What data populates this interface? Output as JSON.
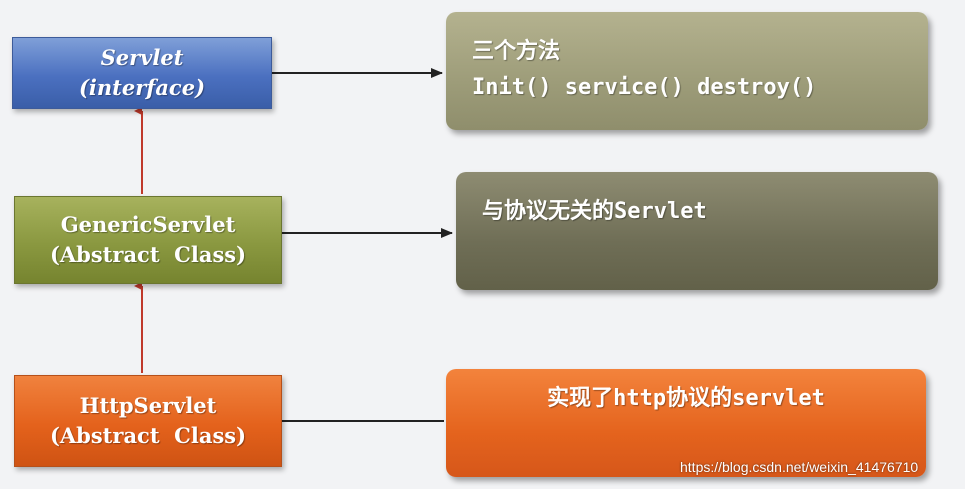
{
  "classes": {
    "servlet": {
      "name": "Servlet",
      "kind": "(interface)"
    },
    "generic_servlet": {
      "name": "GenericServlet",
      "kind": "(Abstract  Class)"
    },
    "http_servlet": {
      "name": "HttpServlet",
      "kind": "(Abstract  Class)"
    }
  },
  "notes": {
    "servlet": {
      "line1": "三个方法",
      "line2": "Init() service() destroy()"
    },
    "generic_servlet": {
      "line1": "与协议无关的Servlet"
    },
    "http_servlet": {
      "line1": "实现了http协议的servlet"
    }
  },
  "colors": {
    "interface_box": "#4b70c0",
    "generic_box": "#8a9840",
    "http_box": "#e4621c",
    "inheritance_arrow": "#c0392b",
    "pointer_arrow": "#222222"
  },
  "watermark": "https://blog.csdn.net/weixin_41476710"
}
